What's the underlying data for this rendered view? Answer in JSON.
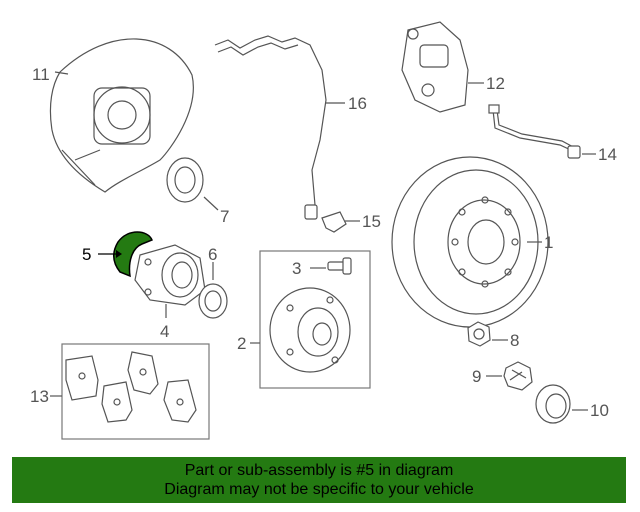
{
  "diagram": {
    "highlight_color": "#247a12",
    "callouts": [
      "1",
      "2",
      "3",
      "4",
      "5",
      "6",
      "7",
      "8",
      "9",
      "10",
      "11",
      "12",
      "13",
      "14",
      "15",
      "16"
    ]
  },
  "banner": {
    "line1": "Part or sub-assembly is #5 in diagram",
    "line2": "Diagram may not be specific to your vehicle",
    "background": "#247a12"
  }
}
